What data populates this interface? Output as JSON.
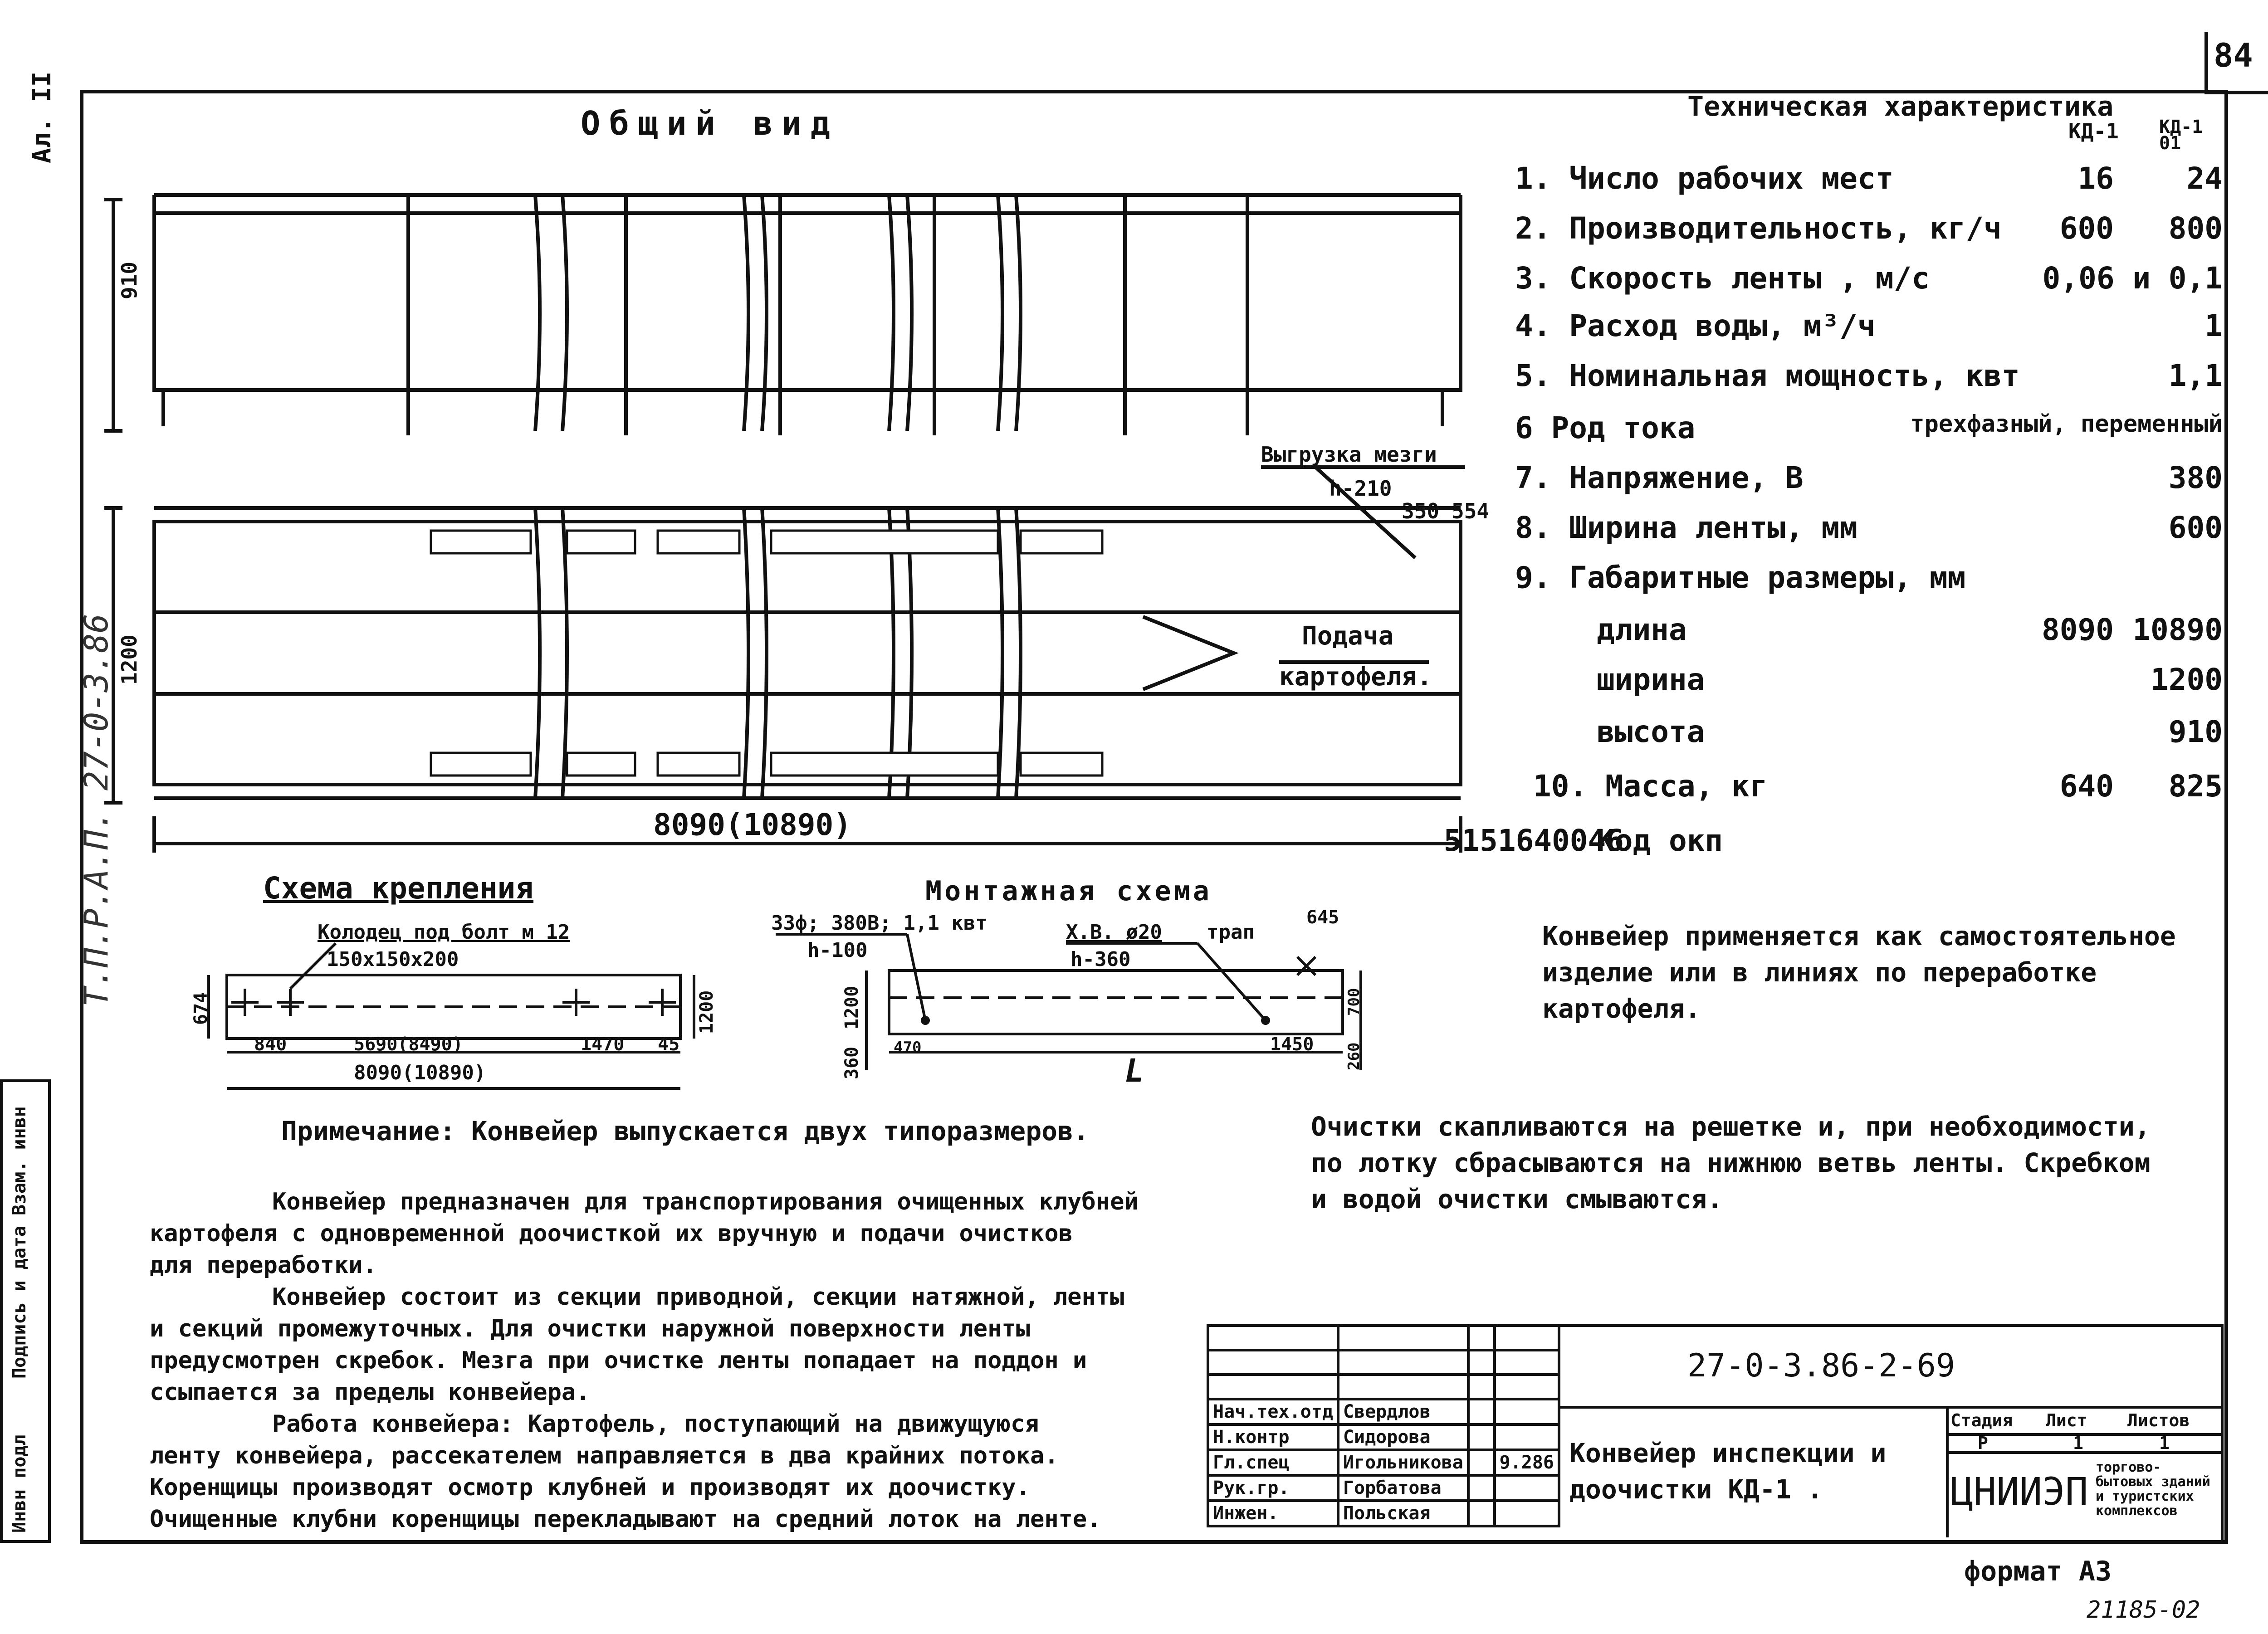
{
  "page_number": "84",
  "album_mark": "Ал. II",
  "side_code": "Т.П.Р.А.П. 27-0-3.86",
  "general_view_title": "Общий вид",
  "dims": {
    "height_910": "910",
    "width_1200": "1200",
    "length": "8090(10890)",
    "unload_label": "Выгрузка мезги",
    "unload_h": "h-210",
    "unload_350": "350",
    "unload_554": "554",
    "feed_label_1": "Подача",
    "feed_label_2": "картофеля."
  },
  "specs": {
    "title": "Техническая характеристика",
    "col1": "КД-1",
    "col2": "КД-1 01",
    "rows": [
      {
        "label": "1. Число рабочих мест",
        "v1": "16",
        "v2": "24"
      },
      {
        "label": "2. Производительность, кг/ч",
        "v1": "600",
        "v2": "800"
      },
      {
        "label": "3. Скорость ленты , м/с",
        "v1": "0,06 и 0,1",
        "v2": ""
      },
      {
        "label": "4. Расход воды, м³/ч",
        "v1": "1",
        "v2": ""
      },
      {
        "label": "5. Номинальная мощность, квт",
        "v1": "1,1",
        "v2": ""
      },
      {
        "label": "6 Род тока",
        "v1": "трехфазный, переменный",
        "v2": ""
      },
      {
        "label": "7. Напряжение, В",
        "v1": "380",
        "v2": ""
      },
      {
        "label": "8. Ширина ленты, мм",
        "v1": "600",
        "v2": ""
      },
      {
        "label": "9. Габаритные размеры, мм",
        "v1": "",
        "v2": ""
      },
      {
        "label": "длина",
        "v1": "8090",
        "v2": "10890"
      },
      {
        "label": "ширина",
        "v1": "1200",
        "v2": ""
      },
      {
        "label": "высота",
        "v1": "910",
        "v2": ""
      },
      {
        "label": "10. Масса, кг",
        "v1": "640",
        "v2": "825"
      },
      {
        "label": "Код окп",
        "v1": "5151640046",
        "v2": ""
      }
    ]
  },
  "usage_text": [
    "Конвейер применяется как самостоятельное",
    "изделие или в линиях по переработке",
    "картофеля."
  ],
  "mount_scheme": {
    "title": "Схема крепления",
    "note1": "Колодец под болт м 12",
    "note2": "150х150х200",
    "d674": "674",
    "d1200": "1200",
    "d840": "840",
    "d5690": "5690(8490)",
    "d1470": "1470",
    "d45": "45",
    "d8090": "8090(10890)"
  },
  "install_scheme": {
    "title": "Монтажная схема",
    "power": "3Зф; 380В; 1,1 квт",
    "h100": "h-100",
    "water": "Х.В. ø20",
    "h360": "h-360",
    "trap": "трап",
    "d645": "645",
    "d1200": "1200",
    "d360": "360",
    "d470": "470",
    "d1450": "1450",
    "d700": "700",
    "d260": "260",
    "L": "L"
  },
  "note": "Примечание: Конвейер выпускается двух типоразмеров.",
  "peel_text": [
    "Очистки скапливаются на решетке и, при необходимости,",
    "по лотку сбрасываются на нижнюю ветвь ленты. Скребком",
    "и водой очистки смываются."
  ],
  "desc": [
    "Конвейер предназначен для транспортирования очищенных клубней",
    "картофеля с одновременной доочисткой их вручную и подачи очистков",
    "для переработки.",
    "Конвейер состоит из секции приводной, секции натяжной, ленты",
    "и секций промежуточных. Для очистки наружной поверхности ленты",
    "предусмотрен скребок. Мезга при очистке ленты попадает на поддон и",
    "ссыпается за пределы конвейера.",
    "Работа конвейера: Картофель, поступающий на движущуюся",
    "ленту конвейера, рассекателем направляется в два крайних потока.",
    "Коренщицы производят осмотр клубней и производят их доочистку.",
    "Очищенные клубни коренщицы перекладывают на средний лоток на ленте."
  ],
  "side_stamps": [
    "Инвн подл",
    "Подпись и дата",
    "Взам. инвн"
  ],
  "title_block": {
    "doc_code": "27-0-3.86-2-69",
    "title_1": "Конвейер инспекции и",
    "title_2": "доочистки  КД-1 .",
    "stage_h": "Стадия",
    "sheet_h": "Лист",
    "sheets_h": "Листов",
    "stage": "Р",
    "sheet": "1",
    "sheets": "1",
    "org": "ЦНИИЭП",
    "org_sub": "торгово-бытовых зданий и туристских комплексов",
    "date": "9.286",
    "people": [
      {
        "role": "Нач.тех.отд",
        "name": "Свердлов"
      },
      {
        "role": "Н.контр",
        "name": "Сидорова"
      },
      {
        "role": "Гл.спец",
        "name": "Игольникова"
      },
      {
        "role": "Рук.гр.",
        "name": "Горбатова"
      },
      {
        "role": "Инжен.",
        "name": "Польская"
      }
    ]
  },
  "format": "формат А3",
  "inv_number": "21185-02"
}
